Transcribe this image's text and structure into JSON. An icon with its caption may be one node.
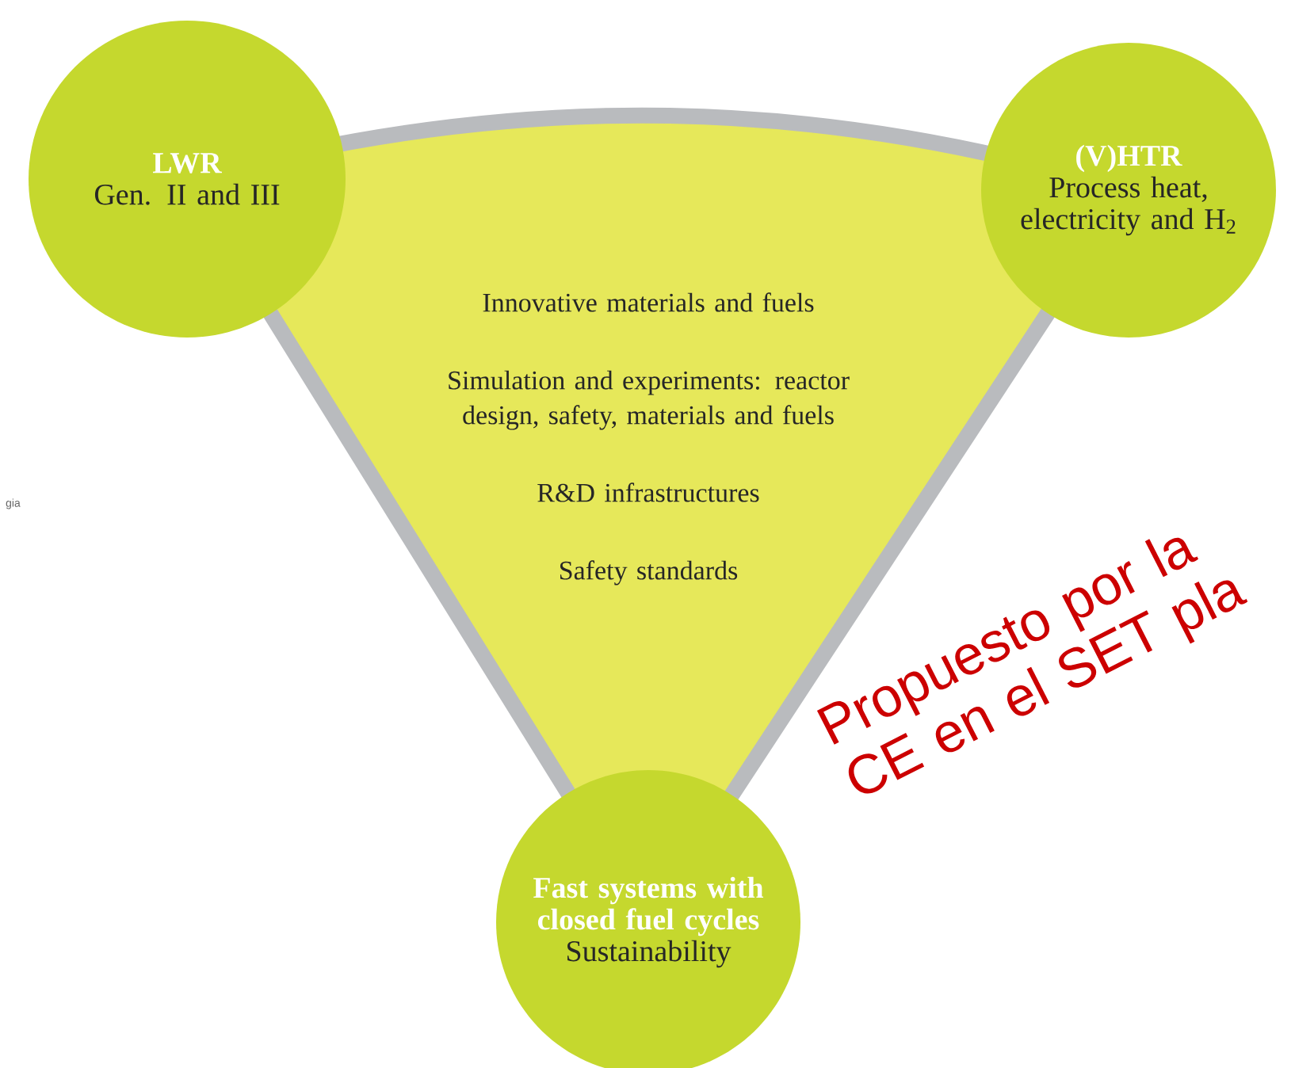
{
  "diagram": {
    "nodes": [
      {
        "text": [
          "Innovative materials and fuels",
          "Simulation and experiments: reactor design, safety, materials and fuels",
          "R&D infrastructures",
          "Safety standards"
        ]
      },
      {
        "text": [
          "LWR",
          "Gen. II and III"
        ]
      },
      {
        "text": [
          "(V)HTR",
          "Process heat, electricity and H$_{2}$"
        ]
      },
      {
        "text": [
          "Fast systems with closed fuel cycles",
          "Sustainability"
        ]
      }
    ],
    "labels": [
      "gia",
      "Propuesto por la CE en el SET pla"
    ]
  }
}
